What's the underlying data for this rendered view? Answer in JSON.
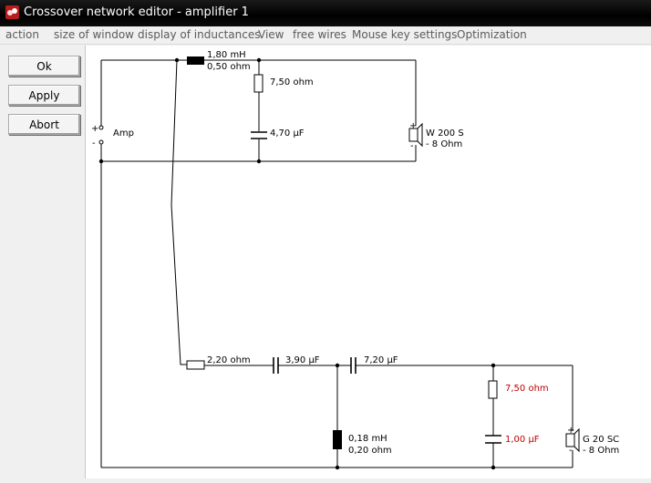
{
  "window": {
    "title": "Crossover network editor - amplifier 1"
  },
  "menu": [
    "action",
    "size of window",
    "display of inductances",
    "View",
    "free wires",
    "Mouse key settings",
    "Optimization"
  ],
  "buttons": {
    "ok": "Ok",
    "apply": "Apply",
    "abort": "Abort"
  },
  "colors": {
    "value_normal": "#000000",
    "value_highlighted": "#c00000"
  },
  "schematic": {
    "amp": {
      "label": "Amp",
      "plus": "+",
      "minus": "-"
    },
    "top": {
      "inductor": {
        "value": "1,80 mH",
        "resistance": "0,50 ohm"
      },
      "resistor": {
        "value": "7,50 ohm"
      },
      "capacitor": {
        "value": "4,70 µF"
      },
      "speaker": {
        "name": "W 200 S",
        "impedance": "- 8 Ohm",
        "plus": "+",
        "minus": "-"
      }
    },
    "bottom": {
      "resistor": {
        "value": "2,20 ohm"
      },
      "capacitor1": {
        "value": "3,90 µF"
      },
      "capacitor2": {
        "value": "7,20 µF"
      },
      "inductor": {
        "value": "0,18 mH",
        "resistance": "0,20 ohm"
      },
      "resistor2": {
        "value": "7,50 ohm"
      },
      "capacitor3": {
        "value": "1,00 µF"
      },
      "speaker": {
        "name": "G 20 SC",
        "impedance": "- 8 Ohm",
        "plus": "+",
        "minus": "-"
      }
    }
  }
}
